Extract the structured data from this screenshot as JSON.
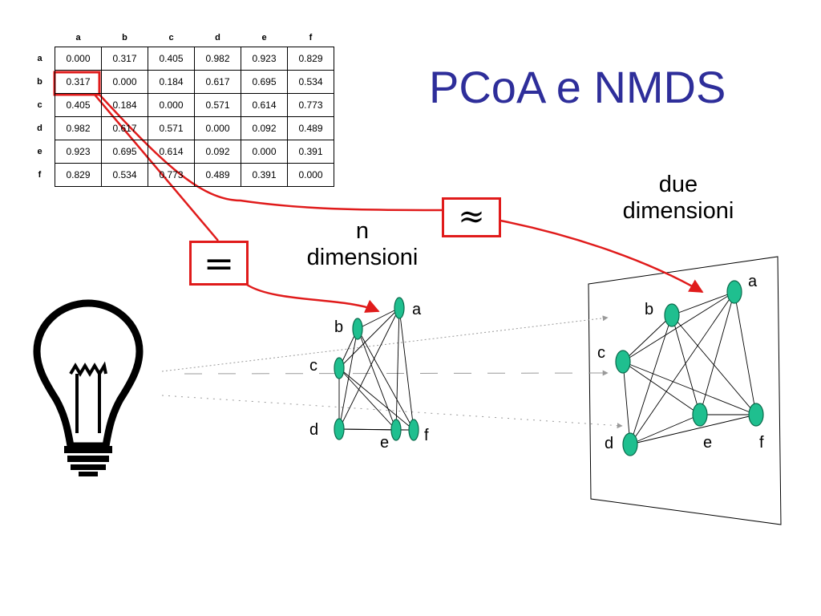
{
  "title": "PCoA e NMDS",
  "matrix": {
    "headers": [
      "a",
      "b",
      "c",
      "d",
      "e",
      "f"
    ],
    "rows": [
      {
        "label": "a",
        "values": [
          "0.000",
          "0.317",
          "0.405",
          "0.982",
          "0.923",
          "0.829"
        ]
      },
      {
        "label": "b",
        "values": [
          "0.317",
          "0.000",
          "0.184",
          "0.617",
          "0.695",
          "0.534"
        ]
      },
      {
        "label": "c",
        "values": [
          "0.405",
          "0.184",
          "0.000",
          "0.571",
          "0.614",
          "0.773"
        ]
      },
      {
        "label": "d",
        "values": [
          "0.982",
          "0.617",
          "0.571",
          "0.000",
          "0.092",
          "0.489"
        ]
      },
      {
        "label": "e",
        "values": [
          "0.923",
          "0.695",
          "0.614",
          "0.092",
          "0.000",
          "0.391"
        ]
      },
      {
        "label": "f",
        "values": [
          "0.829",
          "0.534",
          "0.773",
          "0.489",
          "0.391",
          "0.000"
        ]
      }
    ],
    "highlighted_cell": {
      "row": "b",
      "col": "a",
      "value": "0.317"
    }
  },
  "symbols": {
    "equal": "=",
    "approx": "≈"
  },
  "labels": {
    "n_dim_line1": "n",
    "n_dim_line2": "dimensioni",
    "two_dim_line1": "due",
    "two_dim_line2": "dimensioni"
  },
  "graph_nodes": [
    "a",
    "b",
    "c",
    "d",
    "e",
    "f"
  ],
  "colors": {
    "title": "#2e2e9a",
    "highlight": "#e01b1b",
    "node_fill": "#1fbf8f",
    "node_stroke": "#0b6b4c",
    "projection_line": "#9a9a9a"
  },
  "icons": [
    "light-bulb-icon"
  ]
}
